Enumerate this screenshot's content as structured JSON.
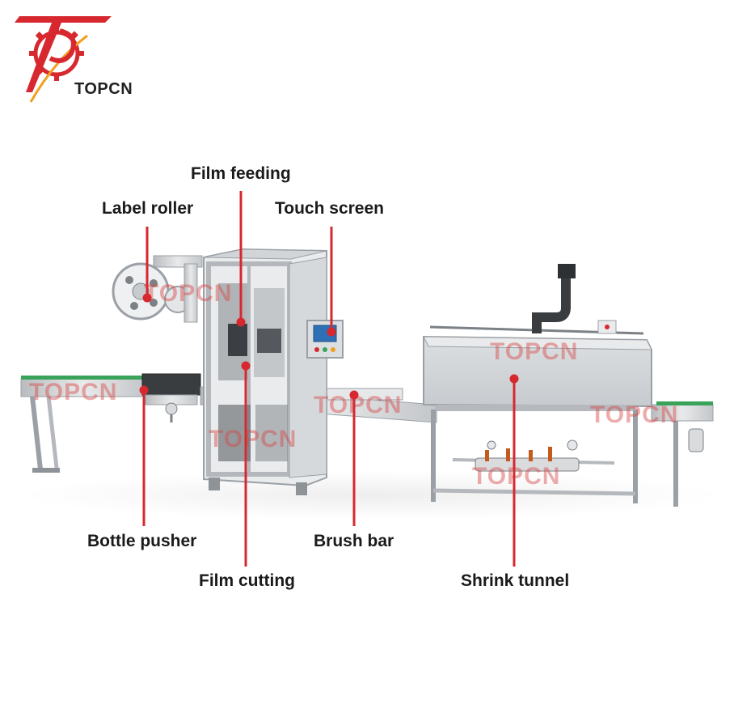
{
  "brand": {
    "name": "TOPCN",
    "accent_color": "#d7282f",
    "logo_icon": "topcn-gear-logo-icon"
  },
  "watermark": "TOPCN",
  "callouts": {
    "film_feeding": "Film feeding",
    "label_roller": "Label roller",
    "touch_screen": "Touch screen",
    "bottle_pusher": "Bottle pusher",
    "brush_bar": "Brush bar",
    "film_cutting": "Film cutting",
    "shrink_tunnel": "Shrink tunnel"
  },
  "colors": {
    "leader_line": "#d7282f",
    "steel": "#cfd2d5",
    "steel_dark": "#9aa0a6",
    "conveyor_guard": "#3aa35a",
    "screen": "#2f6fb5"
  }
}
